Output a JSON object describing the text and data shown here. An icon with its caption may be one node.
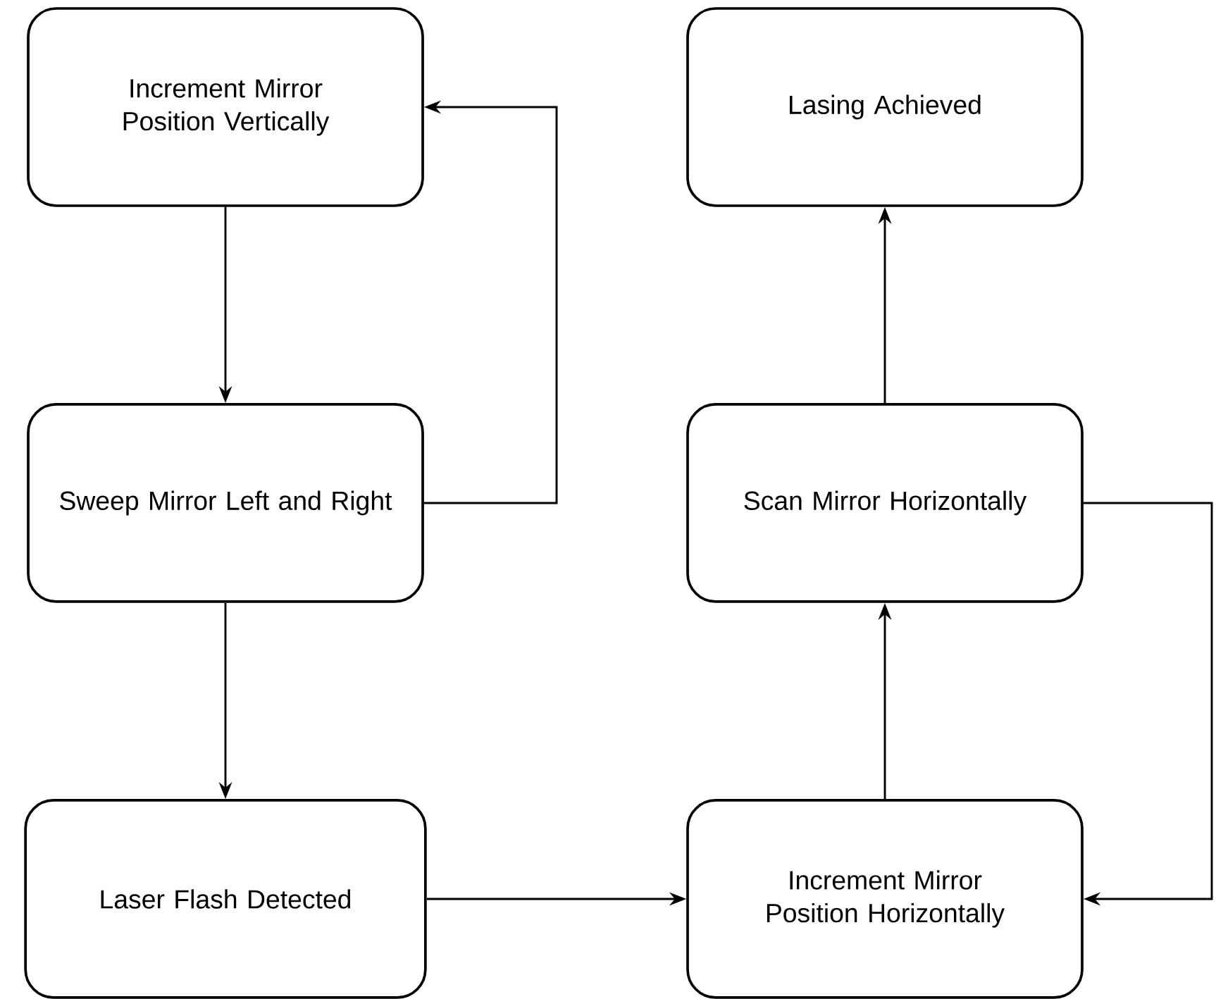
{
  "diagram": {
    "nodes": [
      {
        "text": [
          "Increment Mirror Position Vertically"
        ]
      },
      {
        "text": [
          "Sweep Mirror Left and Right"
        ]
      },
      {
        "text": [
          "Laser Flash Detected"
        ]
      },
      {
        "text": [
          "Lasing Achieved"
        ]
      },
      {
        "text": [
          "Scan Mirror Horizontally"
        ]
      },
      {
        "text": [
          "Increment Mirror Position Horizontally"
        ]
      }
    ],
    "edges": [
      {
        "from": 0,
        "to": 1,
        "arrow": "to"
      },
      {
        "from": 1,
        "to": 0,
        "arrow": "to"
      },
      {
        "from": 1,
        "to": 2,
        "arrow": "to"
      },
      {
        "from": 2,
        "to": 5,
        "arrow": "to"
      },
      {
        "from": 5,
        "to": 4,
        "arrow": "to"
      },
      {
        "from": 4,
        "to": 3,
        "arrow": "to"
      },
      {
        "from": 4,
        "to": 5,
        "arrow": "to"
      }
    ]
  }
}
